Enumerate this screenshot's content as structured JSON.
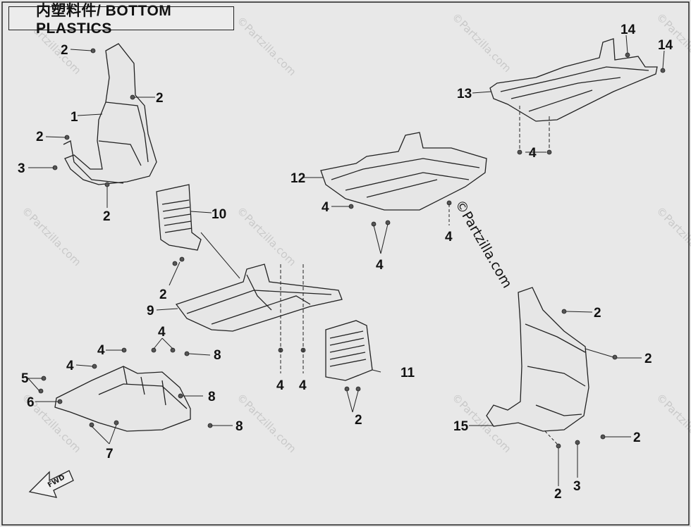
{
  "title": "内塑料件/ BOTTOM PLASTICS",
  "watermark": "©Partzilla.com",
  "fwd_label": "FWD",
  "callouts": {
    "c1": "1",
    "c2a": "2",
    "c2b": "2",
    "c2c": "2",
    "c2d": "2",
    "c3a": "3",
    "c10": "10",
    "c2e": "2",
    "c9": "9",
    "c4a": "4",
    "c4b": "4",
    "c4c": "4",
    "c8a": "8",
    "c8b": "8",
    "c8c": "8",
    "c5": "5",
    "c6": "6",
    "c7": "7",
    "c12": "12",
    "c4d": "4",
    "c4e": "4",
    "c4f": "4",
    "c4g": "4",
    "c4h": "4",
    "c11": "11",
    "c2f": "2",
    "c13": "13",
    "c14a": "14",
    "c14b": "14",
    "c4i": "4",
    "c2g": "2",
    "c2h": "2",
    "c2i": "2",
    "c2j": "2",
    "c15": "15",
    "c3b": "3"
  }
}
